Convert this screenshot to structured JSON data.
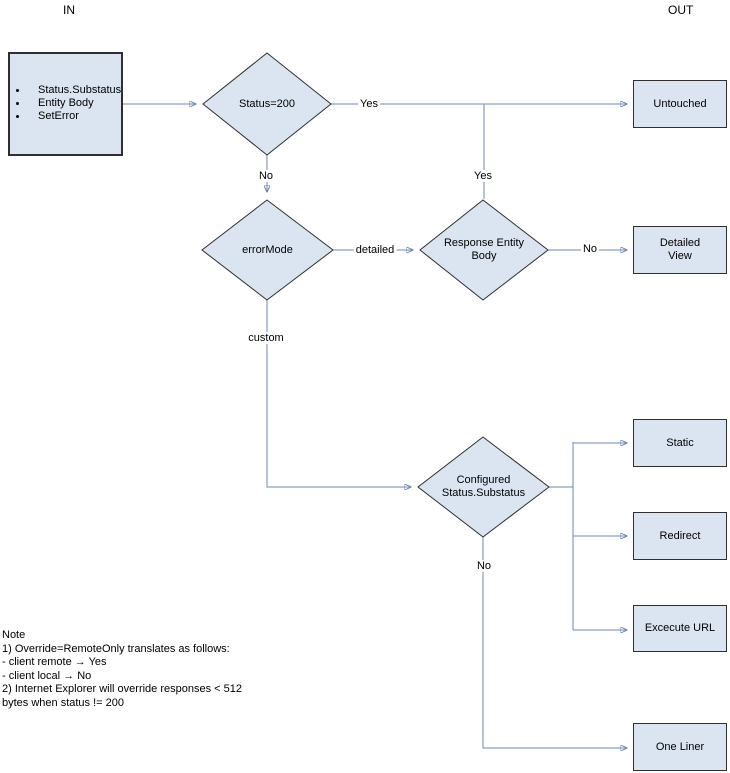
{
  "labels": {
    "in": "IN",
    "out": "OUT"
  },
  "input_box": {
    "items": [
      "Status.Substatus",
      "Entity Body",
      "SetError"
    ]
  },
  "decisions": {
    "status200": {
      "label": "Status=200"
    },
    "error_mode": {
      "label": "errorMode"
    },
    "response_entity_body": {
      "line1": "Response Entity",
      "line2": "Body"
    },
    "configured_status": {
      "line1": "Configured",
      "line2": "Status.Substatus"
    }
  },
  "outputs": {
    "untouched": "Untouched",
    "detailed_view": {
      "line1": "Detailed",
      "line2": "View"
    },
    "static": "Static",
    "redirect": "Redirect",
    "execute_url": "Excecute URL",
    "one_liner": "One Liner"
  },
  "edge_labels": {
    "status200_yes": "Yes",
    "status200_no": "No",
    "reb_up_yes": "Yes",
    "error_mode_detailed": "detailed",
    "error_mode_custom": "custom",
    "reb_no": "No",
    "configured_no": "No"
  },
  "note": {
    "lines": [
      "Note",
      "1) Override=RemoteOnly translates as follows:",
      "- client remote → Yes",
      "- client local → No",
      "2) Internet Explorer will override responses < 512",
      "bytes when status != 200"
    ]
  },
  "colors": {
    "shape_fill": "#dbe5f1",
    "shape_border": "#2f2f2f",
    "connector": "#6e87b2",
    "arrowhead": "#4a70c0"
  }
}
